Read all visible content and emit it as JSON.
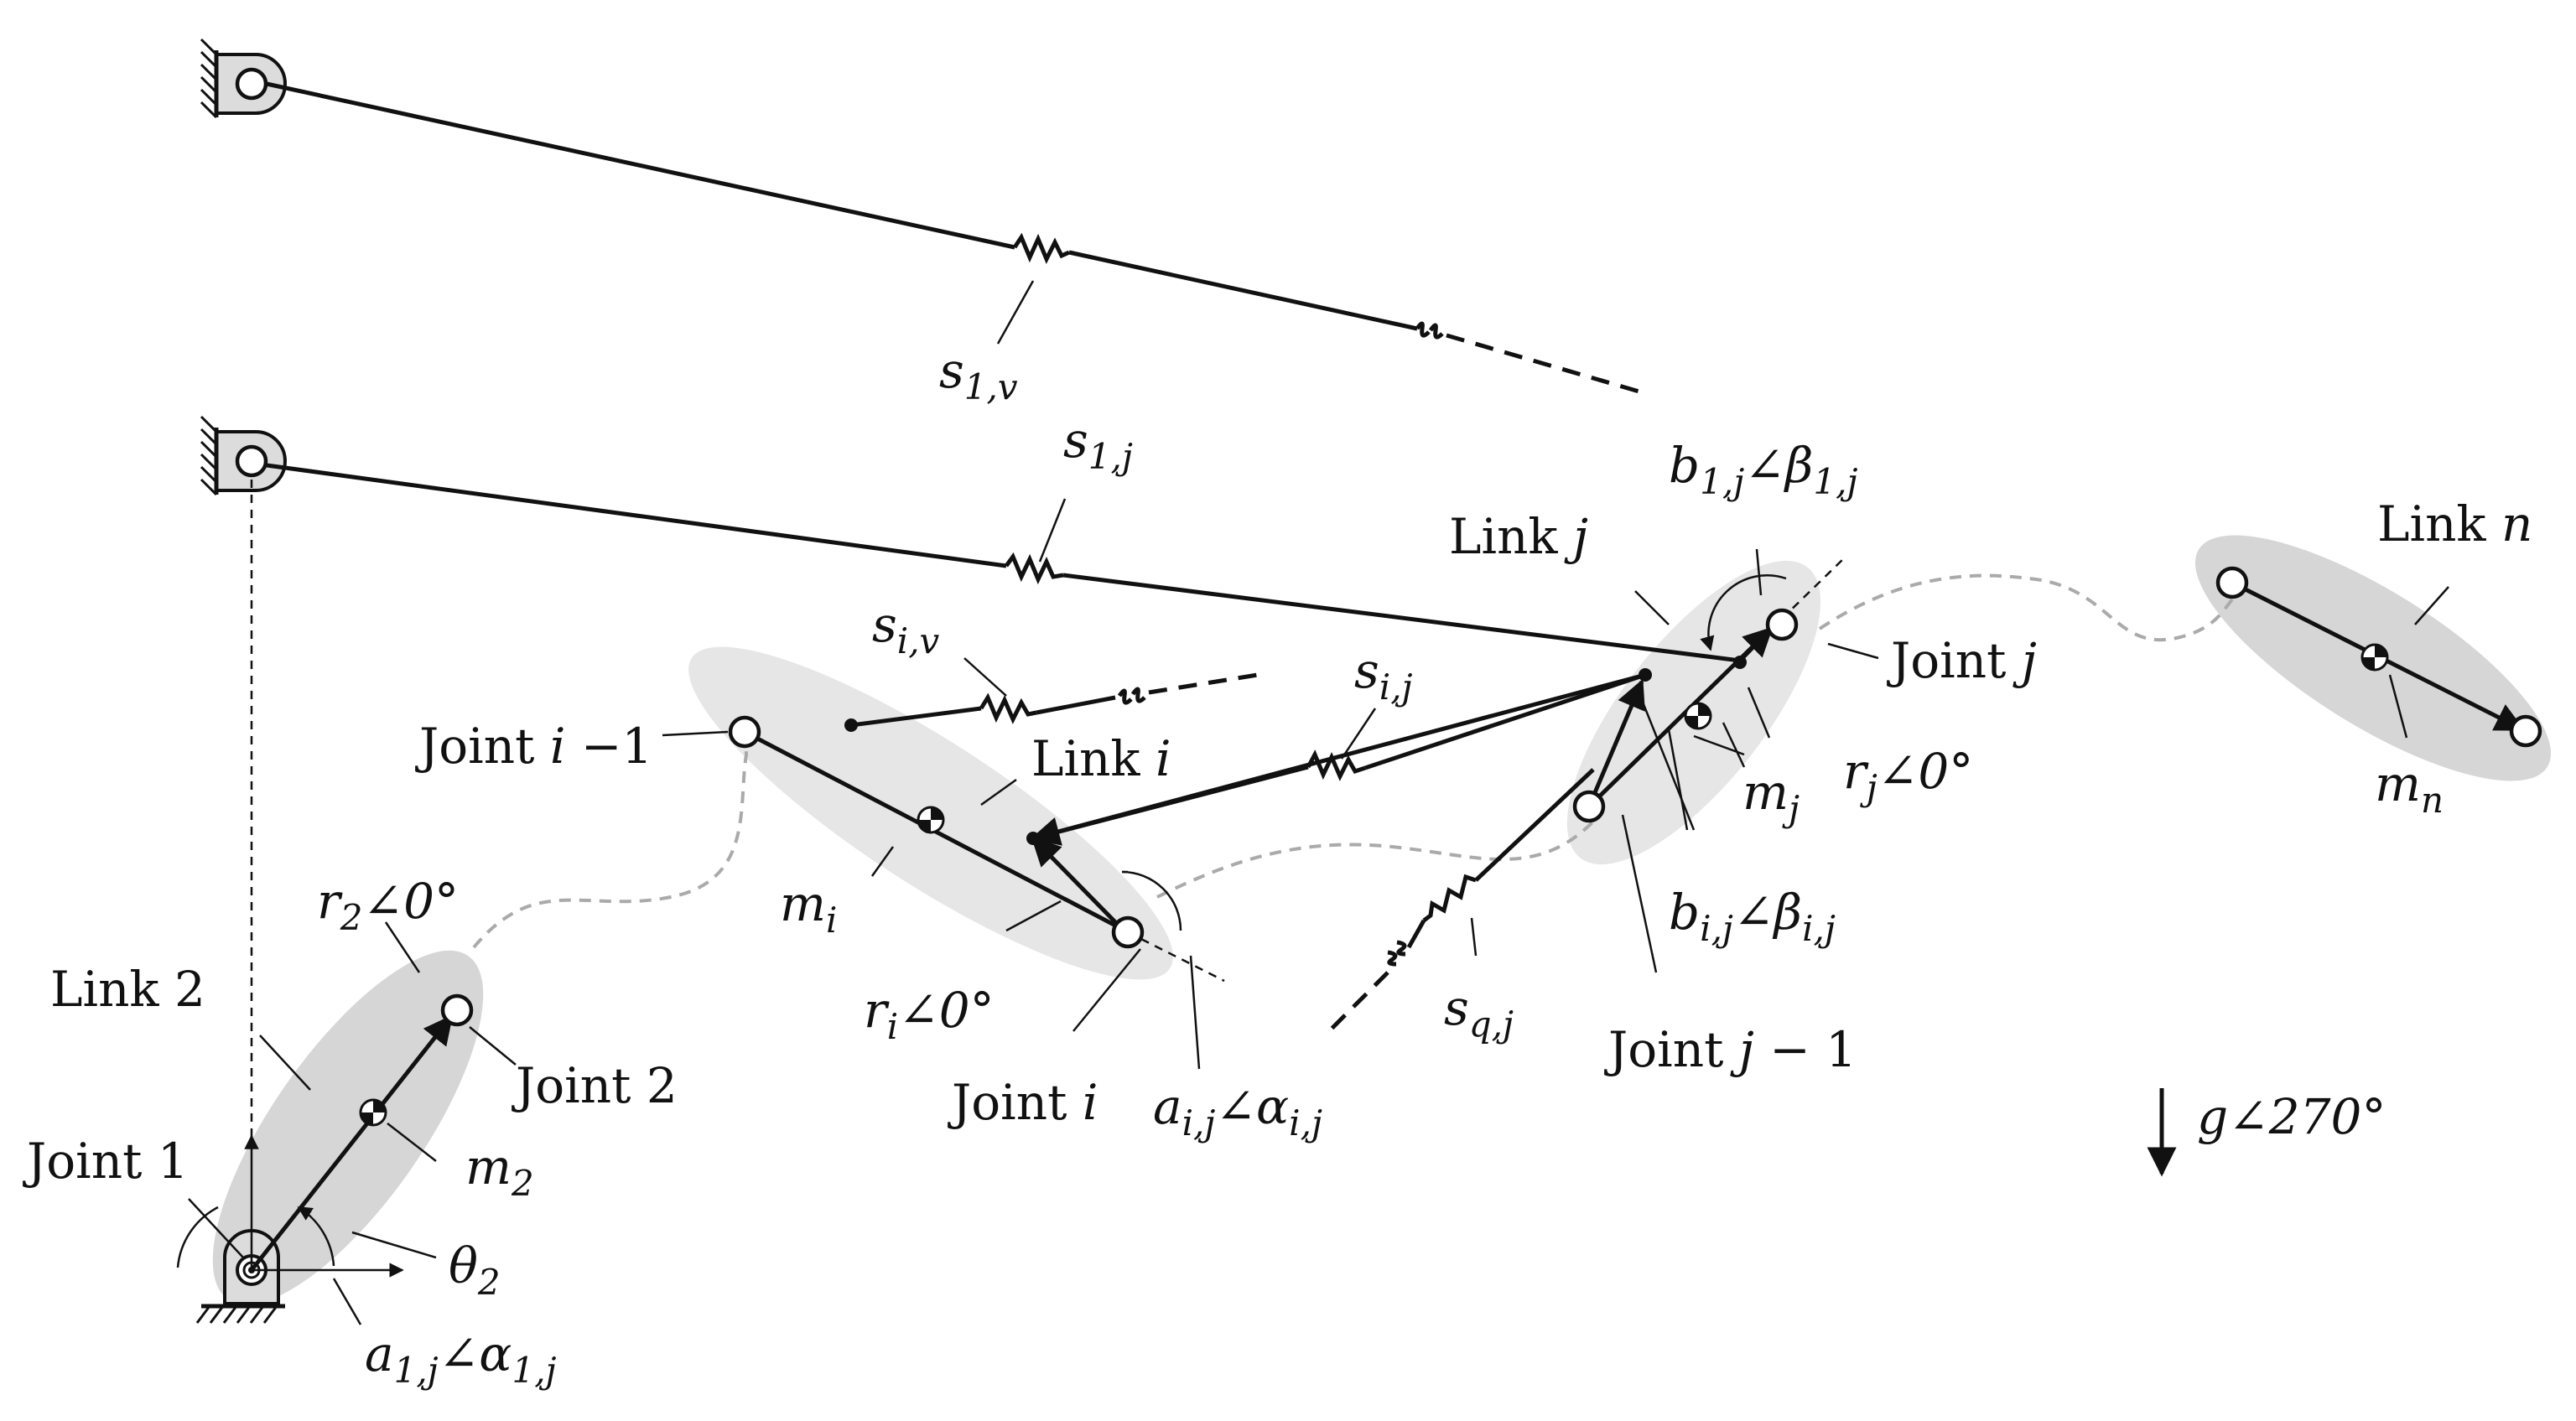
{
  "labels": {
    "s1v_main": "s",
    "s1v_sub": "1,v",
    "s1j_main": "s",
    "s1j_sub": "1,j",
    "siv_main": "s",
    "siv_sub": "i,v",
    "sij_main": "s",
    "sij_sub": "i,j",
    "sqj_main": "s",
    "sqj_sub": "q,j",
    "b1j_a": "b",
    "b1j_asub": "1,j",
    "b1j_b": "∠β",
    "b1j_bsub": "1,j",
    "bij_a": "b",
    "bij_asub": "i,j",
    "bij_b": "∠β",
    "bij_bsub": "i,j",
    "aij_a": "a",
    "aij_asub": "i,j",
    "aij_b": "∠α",
    "aij_bsub": "i,j",
    "a1j_a": "a",
    "a1j_asub": "1,j",
    "a1j_b": "∠α",
    "a1j_bsub": "1,j",
    "link_j_text": "Link ",
    "link_j_var": "j",
    "link_n_text": "Link ",
    "link_n_var": "n",
    "link_i_text": "Link ",
    "link_i_var": "i",
    "link_2": "Link 2",
    "joint_j_text": "Joint ",
    "joint_j_var": "j",
    "joint_jm1_text": "Joint ",
    "joint_jm1_var": "j",
    "joint_jm1_tail": " − 1",
    "joint_im1_text": "Joint ",
    "joint_im1_var": "i",
    "joint_im1_tail": " −1",
    "joint_i_text": "Joint ",
    "joint_i_var": "i",
    "joint_2": "Joint 2",
    "joint_1": "Joint 1",
    "rj_main": "r",
    "rj_sub": "j",
    "rj_tail": "∠0°",
    "ri_main": "r",
    "ri_sub": "i",
    "ri_tail": "∠0°",
    "r2_main": "r",
    "r2_sub": "2",
    "r2_tail": "∠0°",
    "mj_main": "m",
    "mj_sub": "j",
    "mn_main": "m",
    "mn_sub": "n",
    "mi_main": "m",
    "mi_sub": "i",
    "m2_main": "m",
    "m2_sub": "2",
    "theta2_main": "θ",
    "theta2_sub": "2",
    "gravity_main": "g",
    "gravity_tail": "∠270°"
  }
}
